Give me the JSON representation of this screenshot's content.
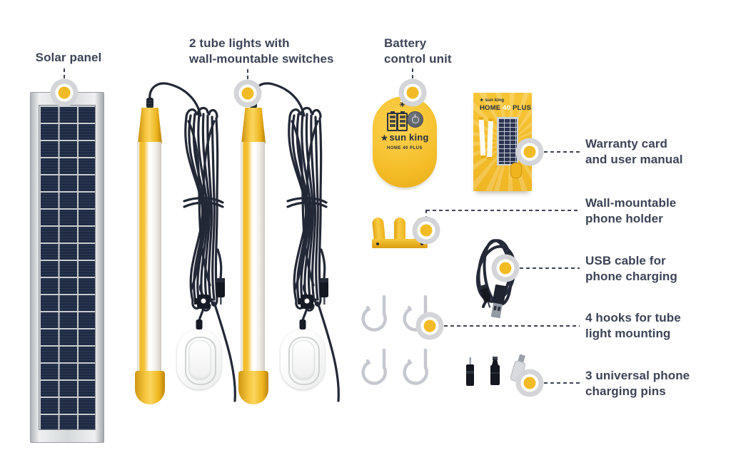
{
  "callouts": [
    {
      "id": "solar-panel",
      "lines": [
        "Solar panel",
        ""
      ]
    },
    {
      "id": "tube-lights",
      "lines": [
        "2 tube lights with",
        "wall-mountable switches"
      ]
    },
    {
      "id": "battery-control-unit",
      "lines": [
        "Battery",
        "control unit"
      ]
    },
    {
      "id": "warranty",
      "lines": [
        "Warranty card",
        "and user manual"
      ]
    },
    {
      "id": "phone-holder",
      "lines": [
        "Wall-mountable",
        "phone holder"
      ]
    },
    {
      "id": "usb-cable",
      "lines": [
        "USB cable for",
        "phone charging"
      ]
    },
    {
      "id": "hooks",
      "lines": [
        "4 hooks for tube",
        "light mounting"
      ]
    },
    {
      "id": "charging-pins",
      "lines": [
        "3 universal phone",
        "charging pins"
      ]
    }
  ],
  "battery_unit": {
    "brand": "sun king",
    "model": "HOME 40 PLUS"
  },
  "warranty_card": {
    "brand": "sun king",
    "model_home": "HOME",
    "model_40": "40",
    "model_plus": "PLUS"
  },
  "icons": {
    "lion": "★",
    "sun": "☀"
  },
  "colors": {
    "brand_yellow": "#f5c02f",
    "label_text": "#3d4457",
    "marker_dot": "#f2bb25",
    "marker_ring": "#d4d5d8",
    "dashed_line": "#3e4556",
    "cable_dark": "#232836",
    "solar_cell": "#1f2a44"
  }
}
